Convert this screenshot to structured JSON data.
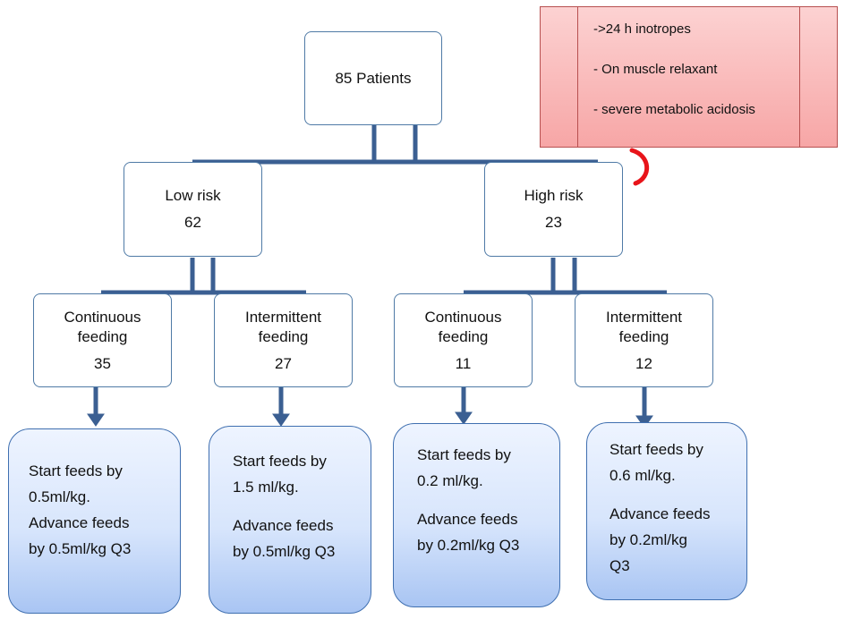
{
  "colors": {
    "connector": "#3b5f92",
    "arrow": "#3b5f92",
    "box_border": "#4f7aa6",
    "criteria_fill": "#f7a6a6",
    "curved_arrow": "#e8141a"
  },
  "root": {
    "label": "85 Patients"
  },
  "low_risk": {
    "label": "Low risk",
    "count": "62"
  },
  "high_risk": {
    "label": "High risk",
    "count": "23"
  },
  "high_risk_criteria": [
    "->24 h inotropes",
    "- On muscle relaxant",
    "- severe metabolic acidosis"
  ],
  "groups": [
    {
      "line1": "Continuous",
      "line2": "feeding",
      "count": "35"
    },
    {
      "line1": "Intermittent",
      "line2": "feeding",
      "count": "27"
    },
    {
      "line1": "Continuous",
      "line2": "feeding",
      "count": "11"
    },
    {
      "line1": "Intermittent",
      "line2": "feeding",
      "count": "12"
    }
  ],
  "protocols": [
    {
      "start1": "Start feeds by",
      "start2": "0.5ml/kg.",
      "adv1": "Advance feeds",
      "adv2": "by 0.5ml/kg Q3",
      "adv3": ""
    },
    {
      "start1": "Start feeds by",
      "start2": "1.5 ml/kg.",
      "adv1": "Advance feeds",
      "adv2": "by 0.5ml/kg Q3",
      "adv3": ""
    },
    {
      "start1": "Start feeds by",
      "start2": "0.2 ml/kg.",
      "adv1": "Advance feeds",
      "adv2": "by 0.2ml/kg Q3",
      "adv3": ""
    },
    {
      "start1": "Start feeds by",
      "start2": "0.6 ml/kg.",
      "adv1": "Advance feeds",
      "adv2": "by 0.2ml/kg",
      "adv3": "Q3"
    }
  ]
}
